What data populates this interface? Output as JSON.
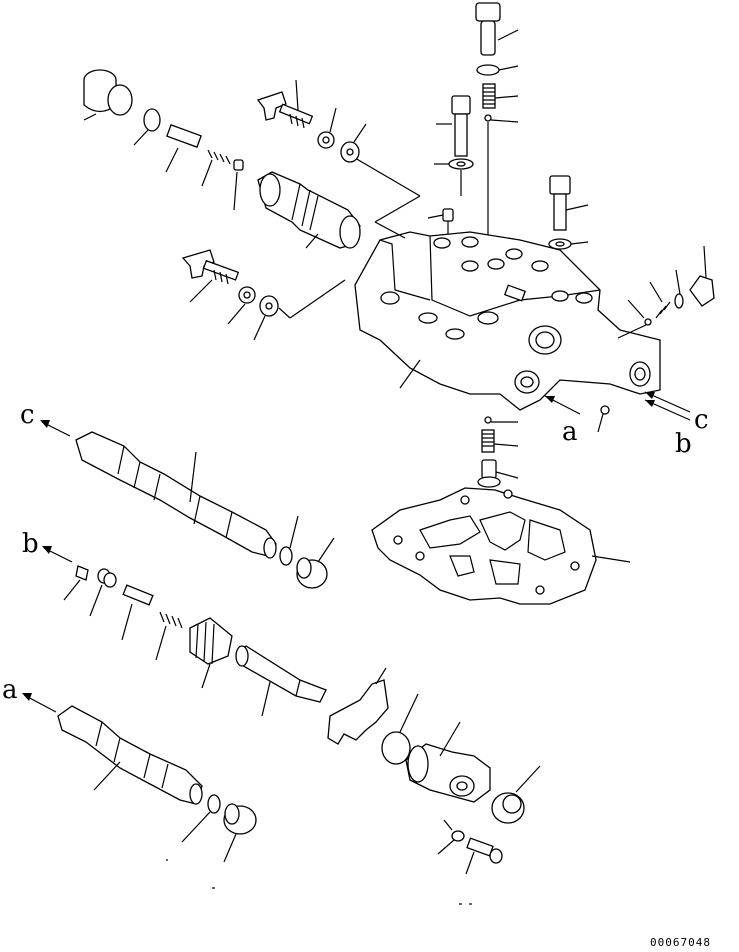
{
  "diagram": {
    "callouts": {
      "c_left": "c",
      "b_left": "b",
      "a_left": "a",
      "a_right": "a",
      "b_right": "b",
      "c_right": "c"
    },
    "drawing_code": "00067048"
  }
}
